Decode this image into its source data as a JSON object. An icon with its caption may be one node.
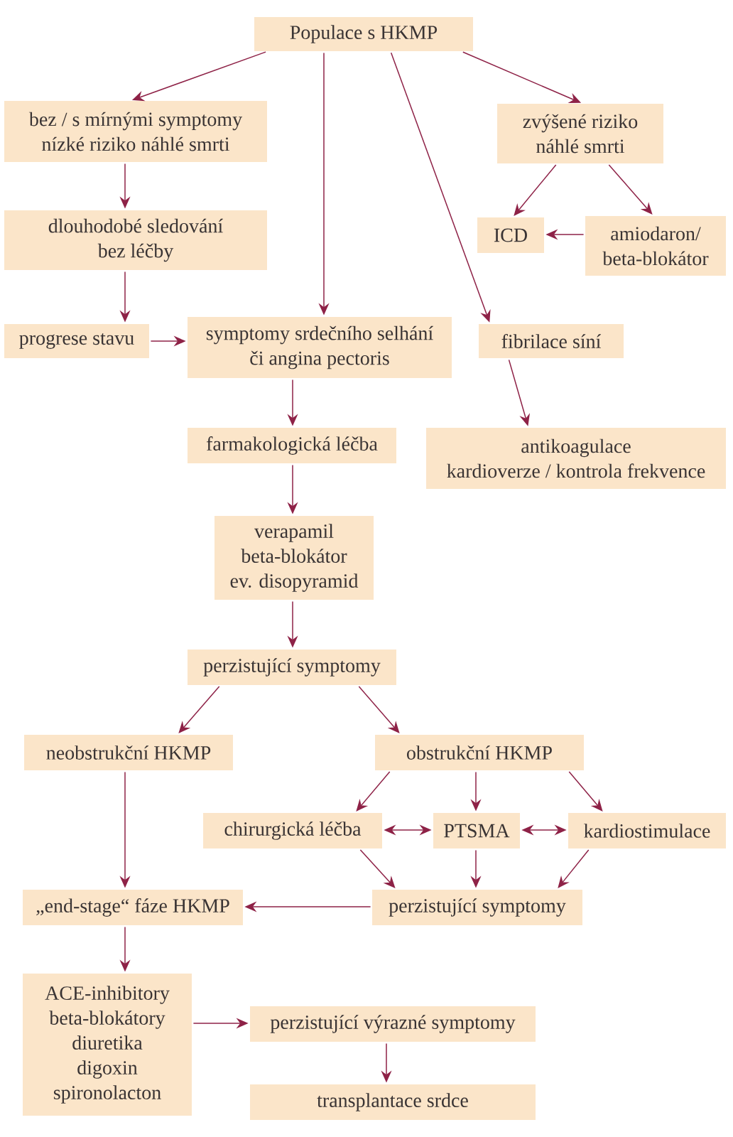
{
  "diagram": {
    "nodes": [
      {
        "text": [
          "Populace s HKMP"
        ]
      },
      {
        "text": [
          "bez / s mírnými symptomy nízké riziko náhlé smrti"
        ]
      },
      {
        "text": [
          "zvýšené riziko náhlé smrti"
        ]
      },
      {
        "text": [
          "dlouhodobé sledování bez léčby"
        ]
      },
      {
        "text": [
          "ICD"
        ]
      },
      {
        "text": [
          "amiodaron/ beta-blokátor"
        ]
      },
      {
        "text": [
          "progrese stavu"
        ]
      },
      {
        "text": [
          "symptomy srdečního selhání či angina pectoris"
        ]
      },
      {
        "text": [
          "fibrilace síní"
        ]
      },
      {
        "text": [
          "farmakologická léčba"
        ]
      },
      {
        "text": [
          "antikoagulace kardioverze / kontrola frekvence"
        ]
      },
      {
        "text": [
          "verapamil beta-blokátor ev. disopyramid"
        ]
      },
      {
        "text": [
          "perzistující symptomy"
        ]
      },
      {
        "text": [
          "neobstrukční HKMP"
        ]
      },
      {
        "text": [
          "obstrukční HKMP"
        ]
      },
      {
        "text": [
          "chirurgická léčba"
        ]
      },
      {
        "text": [
          "PTSMA"
        ]
      },
      {
        "text": [
          "kardiostimulace"
        ]
      },
      {
        "text": [
          "„end-stage“ fáze HKMP"
        ]
      },
      {
        "text": [
          "perzistující symptomy"
        ]
      },
      {
        "text": [
          "ACE-inhibitory beta-blokátory diuretika digoxin spironolacton"
        ]
      },
      {
        "text": [
          "perzistující výrazné symptomy"
        ]
      },
      {
        "text": [
          "transplantace srdce"
        ]
      }
    ],
    "edges": [
      {
        "from": 0,
        "to": 1,
        "arrow": "to"
      },
      {
        "from": 0,
        "to": 7,
        "arrow": "to"
      },
      {
        "from": 0,
        "to": 8,
        "arrow": "to"
      },
      {
        "from": 0,
        "to": 2,
        "arrow": "to"
      },
      {
        "from": 1,
        "to": 3,
        "arrow": "to"
      },
      {
        "from": 2,
        "to": 4,
        "arrow": "to"
      },
      {
        "from": 2,
        "to": 5,
        "arrow": "to"
      },
      {
        "from": 5,
        "to": 4,
        "arrow": "to"
      },
      {
        "from": 3,
        "to": 6,
        "arrow": "to"
      },
      {
        "from": 6,
        "to": 7,
        "arrow": "to"
      },
      {
        "from": 8,
        "to": 10,
        "arrow": "to"
      },
      {
        "from": 7,
        "to": 9,
        "arrow": "to"
      },
      {
        "from": 9,
        "to": 11,
        "arrow": "to"
      },
      {
        "from": 11,
        "to": 12,
        "arrow": "to"
      },
      {
        "from": 12,
        "to": 13,
        "arrow": "to"
      },
      {
        "from": 12,
        "to": 14,
        "arrow": "to"
      },
      {
        "from": 13,
        "to": 18,
        "arrow": "to"
      },
      {
        "from": 14,
        "to": 15,
        "arrow": "to"
      },
      {
        "from": 14,
        "to": 16,
        "arrow": "to"
      },
      {
        "from": 14,
        "to": 17,
        "arrow": "to"
      },
      {
        "from": 15,
        "to": 16,
        "arrow": "both"
      },
      {
        "from": 16,
        "to": 17,
        "arrow": "both"
      },
      {
        "from": 15,
        "to": 19,
        "arrow": "to"
      },
      {
        "from": 16,
        "to": 19,
        "arrow": "to"
      },
      {
        "from": 17,
        "to": 19,
        "arrow": "to"
      },
      {
        "from": 19,
        "to": 18,
        "arrow": "to"
      },
      {
        "from": 18,
        "to": 20,
        "arrow": "to"
      },
      {
        "from": 20,
        "to": 21,
        "arrow": "to"
      },
      {
        "from": 21,
        "to": 22,
        "arrow": "to"
      }
    ]
  }
}
